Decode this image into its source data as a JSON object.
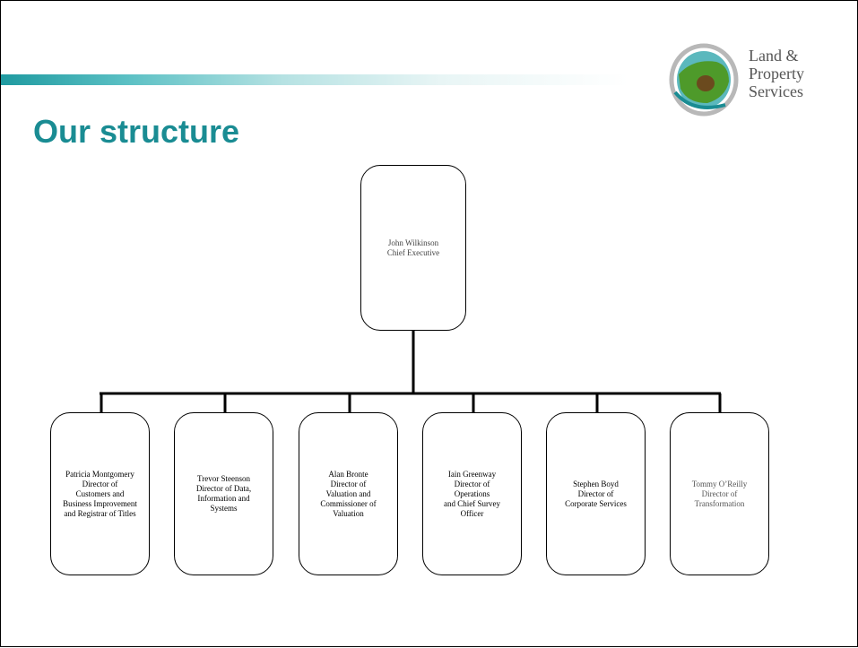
{
  "title": "Our structure",
  "logo": {
    "lines": [
      "Land &",
      "Property",
      "Services"
    ],
    "colors": {
      "teal": "#1a8c93",
      "green": "#3a8a2e",
      "grey": "#9a9a9a"
    }
  },
  "org_chart": {
    "root": {
      "name": "John Wilkinson",
      "role_lines": [
        "Chief Executive"
      ]
    },
    "children": [
      {
        "lines": [
          "Patricia Montgomery",
          "Director of",
          "Customers and",
          "Business Improvement",
          "and Registrar of Titles"
        ]
      },
      {
        "lines": [
          "Trevor Steenson",
          "Director of Data,",
          "Information and",
          "Systems"
        ]
      },
      {
        "lines": [
          "Alan Bronte",
          "Director of",
          "Valuation and",
          "Commissioner of",
          "Valuation"
        ]
      },
      {
        "lines": [
          "Iain Greenway",
          "Director of",
          "Operations",
          "and Chief Survey",
          "Officer"
        ]
      },
      {
        "lines": [
          "Stephen Boyd",
          "Director of",
          "Corporate Services"
        ]
      },
      {
        "lines": [
          "Tommy O’Reilly",
          "Director of",
          "Transformation"
        ]
      }
    ]
  }
}
